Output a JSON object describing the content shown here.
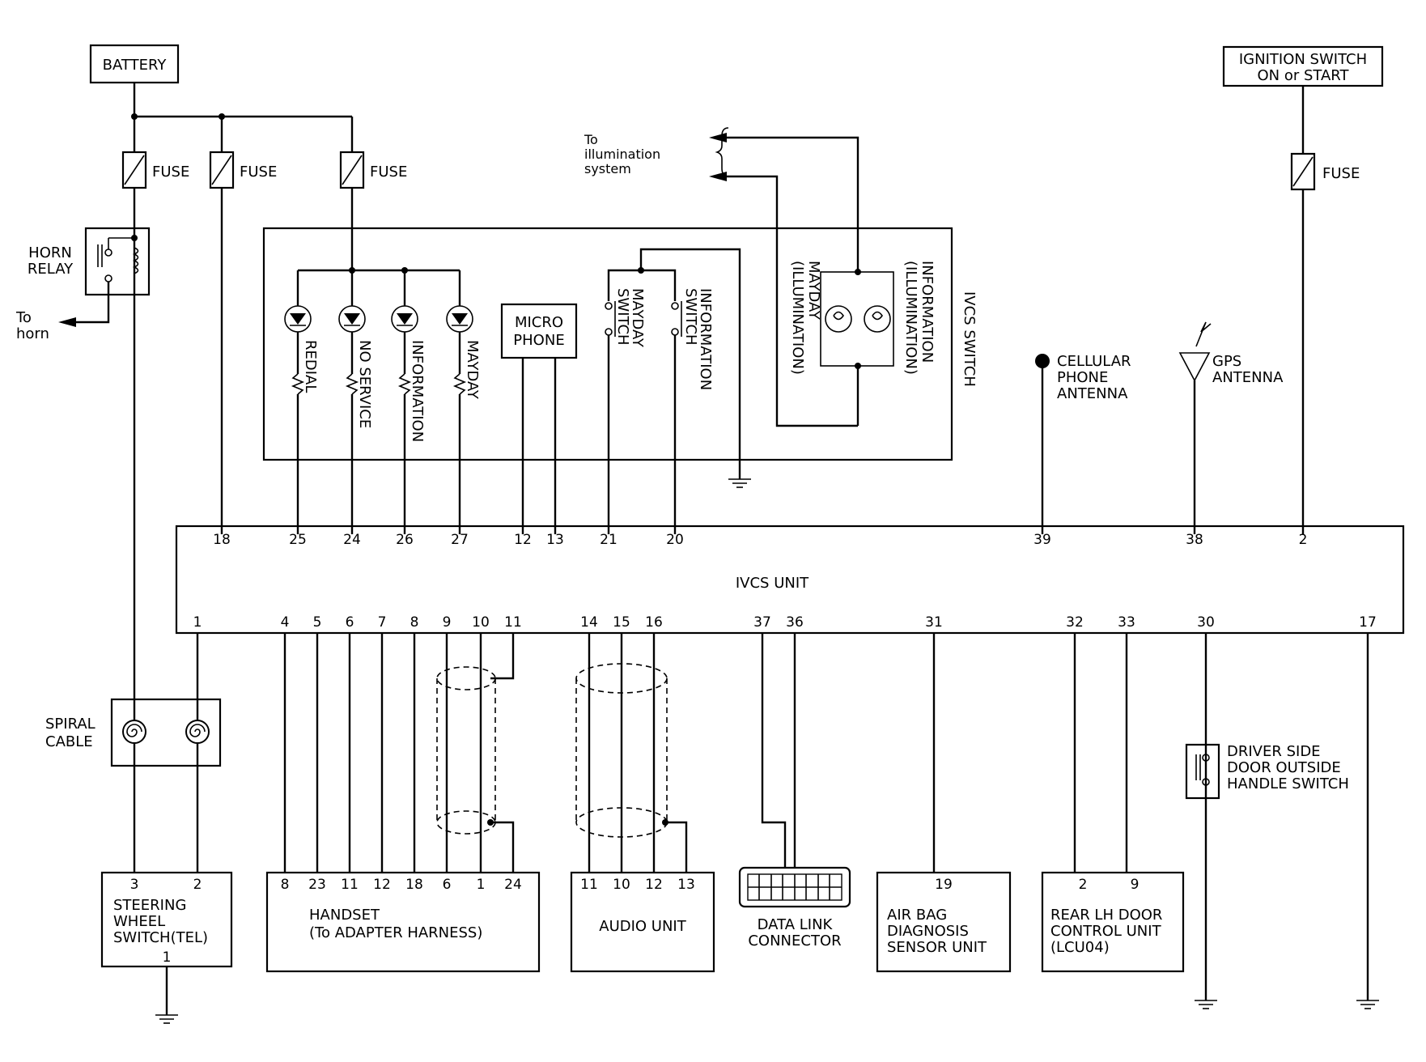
{
  "battery": "BATTERY",
  "ignition_switch": [
    "IGNITION SWITCH",
    "ON or START"
  ],
  "fuse": "FUSE",
  "horn_relay": [
    "HORN",
    "RELAY"
  ],
  "to_horn": [
    "To",
    "horn"
  ],
  "to_illumination": [
    "To",
    "illumination",
    "system"
  ],
  "ivcs_switch": "IVCS SWITCH",
  "indicators": [
    "REDIAL",
    "NO SERVICE",
    "INFORMATION",
    "MAYDAY"
  ],
  "microphone": [
    "MICRO",
    "PHONE"
  ],
  "mayday_switch": [
    "MAYDAY",
    "SWITCH"
  ],
  "information_switch": [
    "INFORMATION",
    "SWITCH"
  ],
  "mayday_illumination": [
    "MAYDAY",
    "(ILLUMINATION)"
  ],
  "information_illumination": [
    "INFORMATION",
    "(ILLUMINATION)"
  ],
  "cellular_antenna": [
    "CELLULAR",
    "PHONE",
    "ANTENNA"
  ],
  "gps_antenna": [
    "GPS",
    "ANTENNA"
  ],
  "ivcs_unit": "IVCS UNIT",
  "unit_top_pins": [
    "18",
    "25",
    "24",
    "26",
    "27",
    "12",
    "13",
    "21",
    "20",
    "39",
    "38",
    "2"
  ],
  "unit_bottom_pins": [
    "1",
    "4",
    "5",
    "6",
    "7",
    "8",
    "9",
    "10",
    "11",
    "14",
    "15",
    "16",
    "37",
    "36",
    "31",
    "32",
    "33",
    "30",
    "17"
  ],
  "spiral_cable": [
    "SPIRAL",
    "CABLE"
  ],
  "steering_switch": {
    "pins": [
      "3",
      "2"
    ],
    "lines": [
      "STEERING",
      "WHEEL",
      "SWITCH(TEL)"
    ],
    "ground_pin": "1"
  },
  "handset": {
    "pins": [
      "8",
      "23",
      "11",
      "12",
      "18",
      "6",
      "1",
      "24"
    ],
    "lines": [
      "HANDSET",
      "(To ADAPTER HARNESS)"
    ]
  },
  "audio_unit": {
    "pins": [
      "11",
      "10",
      "12",
      "13"
    ],
    "label": "AUDIO UNIT"
  },
  "data_link": [
    "DATA LINK",
    "CONNECTOR"
  ],
  "air_bag": {
    "pin": "19",
    "lines": [
      "AIR BAG",
      "DIAGNOSIS",
      "SENSOR UNIT"
    ]
  },
  "rear_door": {
    "pins": [
      "2",
      "9"
    ],
    "lines": [
      "REAR LH DOOR",
      "CONTROL UNIT",
      "(LCU04)"
    ]
  },
  "driver_door": [
    "DRIVER SIDE",
    "DOOR OUTSIDE",
    "HANDLE SWITCH"
  ]
}
